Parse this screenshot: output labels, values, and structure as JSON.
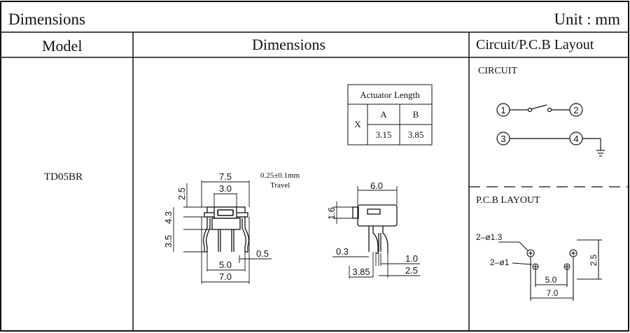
{
  "header": {
    "title": "Dimensions",
    "unit": "Unit : mm"
  },
  "columns": {
    "model": "Model",
    "dimensions": "Dimensions",
    "circuit": "Circuit/P.C.B Layout"
  },
  "model_name": "TD05BR",
  "actuator_table": {
    "title": "Actuator  Length",
    "row_label": "X",
    "col_a": "A",
    "col_b": "B",
    "val_a": "3.15",
    "val_b": "3.85"
  },
  "travel": {
    "value": "0.25±0.1mm",
    "label": "Travel"
  },
  "front_view": {
    "top_outer": "7.5",
    "top_inner": "3.0",
    "left_top": "2.5",
    "left_mid": "4.3",
    "left_bottom": "3.5",
    "leg_span": "5.0",
    "lead": "0.5",
    "bottom_outer": "7.0"
  },
  "side_view": {
    "top": "6.0",
    "left": "1.6",
    "lead_offset": "0.3",
    "pin_width": "1.0",
    "base": "3.85",
    "pin_span": "2.5"
  },
  "circuit": {
    "label": "CIRCUIT",
    "pin1": "1",
    "pin2": "2",
    "pin3": "3",
    "pin4": "4"
  },
  "pcb": {
    "label": "P.C.B LAYOUT",
    "hole_large": "2–ø1.3",
    "hole_small": "2–ø1",
    "vertical": "2.5",
    "inner": "5.0",
    "outer": "7.0"
  }
}
